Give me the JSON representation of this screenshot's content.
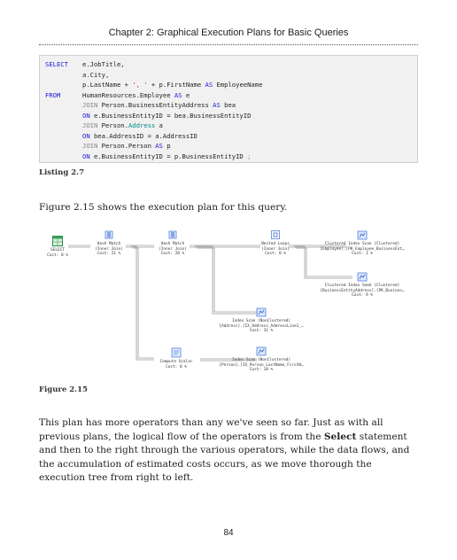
{
  "header": {
    "title": "Chapter 2: Graphical Execution Plans for Basic Queries"
  },
  "code": {
    "l1": {
      "kw": "SELECT",
      "text": "e.JobTitle,"
    },
    "l2": {
      "text": "a.City,"
    },
    "l3": {
      "a": "p.LastName + ",
      "b": "', '",
      "c": " + p.FirstName ",
      "d": "AS",
      "e": " EmployeeName"
    },
    "l4": {
      "kw": "FROM",
      "a": "HumanResources.Employee ",
      "b": "AS",
      "c": " e"
    },
    "l5": {
      "a": "JOIN",
      "b": " Person.BusinessEntityAddress ",
      "c": "AS",
      "d": " bea"
    },
    "l6": {
      "a": "ON",
      "b": " e.BusinessEntityID = bea.BusinessEntityID"
    },
    "l7": {
      "a": "JOIN",
      "b": " Person.",
      "c": "Address",
      "d": " a"
    },
    "l8": {
      "a": "ON",
      "b": " bea.AddressID = a.AddressID"
    },
    "l9": {
      "a": "JOIN",
      "b": " Person.Person ",
      "c": "AS",
      "d": " p"
    },
    "l10": {
      "a": "ON",
      "b": " e.BusinessEntityID = p.BusinessEntityID ",
      "c": ";"
    }
  },
  "listing_caption": "Listing 2.7",
  "intro_text": "Figure 2.15 shows the execution plan for this query.",
  "plan": {
    "select": {
      "l1": "SELECT",
      "l2": "Cost: 0 %"
    },
    "hash1": {
      "l1": "Hash Match",
      "l2": "(Inner Join)",
      "l3": "Cost: 21 %"
    },
    "hash2": {
      "l1": "Hash Match",
      "l2": "(Inner Join)",
      "l3": "Cost: 20 %"
    },
    "nested": {
      "l1": "Nested Loops",
      "l2": "(Inner Join)",
      "l3": "Cost: 0 %"
    },
    "ci_scan": {
      "l1": "Clustered Index Scan (Clustered)",
      "l2": "[Employee].[PK_Employee_BusinessEnt…",
      "l3": "Cost: 1 %"
    },
    "ci_seek": {
      "l1": "Clustered Index Seek (Clustered)",
      "l2": "[BusinessEntityAddress].[PK_Busines…",
      "l3": "Cost: 9 %"
    },
    "scan_addr": {
      "l1": "Index Scan (NonClustered)",
      "l2": "[Address].[IX_Address_AddressLine1_…",
      "l3": "Cost: 31 %"
    },
    "compute": {
      "l1": "Compute Scalar",
      "l2": "Cost: 0 %"
    },
    "scan_person": {
      "l1": "Index Scan (NonClustered)",
      "l2": "[Person].[IX_Person_LastName_FirstN…",
      "l3": "Cost: 18 %"
    }
  },
  "figure_caption": "Figure 2.15",
  "body": {
    "p1a": "This plan has more operators than any we've seen so far. Just as with all previous plans, the logical flow of the operators is from the ",
    "p1b": "Select",
    "p1c": " statement and then to the right through the various operators, while the data flows, and the accumulation of estimated costs occurs, as we move thorough the execution tree from right to left."
  },
  "page_number": "84"
}
